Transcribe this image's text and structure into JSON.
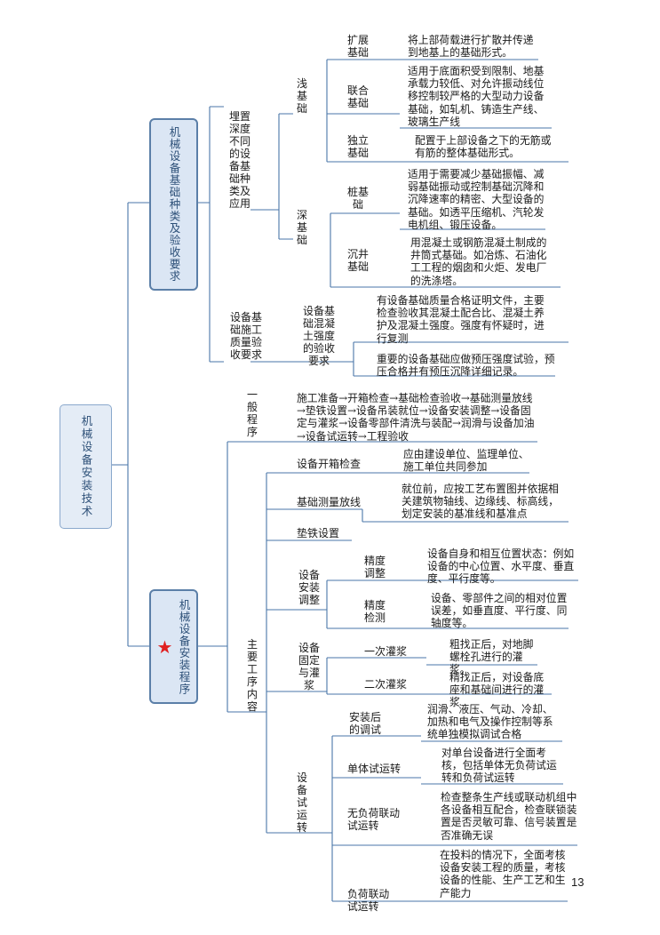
{
  "root": "机械设备安装技术",
  "branch1": {
    "title": "机械设备基础种类及验收要求",
    "group1": {
      "label": "埋置深度不同的设备基础种类及应用",
      "shallow": {
        "label": "浅基础",
        "items": [
          {
            "name": "扩展基础",
            "desc": "将上部荷载进行扩散并传递到地基上的基础形式。"
          },
          {
            "name": "联合基础",
            "desc": "适用于底面积受到限制、地基承载力较低、对允许振动线位移控制较严格的大型动力设备基础，如轧机、铸造生产线、玻璃生产线"
          },
          {
            "name": "独立基础",
            "desc": "配置于上部设备之下的无筋或有筋的整体基础形式。"
          }
        ]
      },
      "deep": {
        "label": "深基础",
        "items": [
          {
            "name": "桩基础",
            "desc": "适用于需要减少基础振幅、减弱基础振动或控制基础沉降和沉降速率的精密、大型设备的基础。如透平压缩机、汽轮发电机组、锻压设备。"
          },
          {
            "name": "沉井基础",
            "desc": "用混凝土或钢筋混凝土制成的井筒式基础。如冶炼、石油化工工程的烟囱和火炬、发电厂的洗涤塔。"
          }
        ]
      }
    },
    "group2": {
      "label": "设备基础施工质量验收要求",
      "sub": "设备基础混凝土强度的验收要求",
      "items": [
        "有设备基础质量合格证明文件，主要检查验收其混凝土配合比、混凝土养护及混凝土强度。强度有怀疑时，进行复测",
        "重要的设备基础应做预压强度试验，预压合格并有预压沉降详细记录。"
      ]
    }
  },
  "branch2": {
    "title": "机械设备安装程序",
    "general": {
      "label": "一般程序",
      "desc": "施工准备→开箱检查→基础检查验收→基础测量放线→垫铁设置→设备吊装就位→设备安装调整→设备固定与灌浆→设备零部件清洗与装配→润滑与设备加油→设备试运转→工程验收"
    },
    "main": {
      "label": "主要工序内容",
      "open_check": {
        "name": "设备开箱检查",
        "desc": "应由建设单位、监理单位、施工单位共同参加"
      },
      "survey": {
        "name": "基础测量放线",
        "desc": "就位前，应按工艺布置图并依据相关建筑物轴线、边缘线、标高线，划定安装的基准线和基准点"
      },
      "shim": {
        "name": "垫铁设置"
      },
      "adjust": {
        "name": "设备安装调整",
        "items": [
          {
            "name": "精度调整",
            "desc": "设备自身和相互位置状态：例如设备的中心位置、水平度、垂直度、平行度等。"
          },
          {
            "name": "精度检测",
            "desc": "设备、零部件之间的相对位置误差，如垂直度、平行度、同轴度等。"
          }
        ]
      },
      "grout": {
        "name": "设备固定与灌浆",
        "items": [
          {
            "name": "一次灌浆",
            "desc": "粗找正后，对地脚螺栓孔进行的灌浆。"
          },
          {
            "name": "二次灌浆",
            "desc": "精找正后，对设备底座和基础间进行的灌浆"
          }
        ]
      },
      "trial": {
        "name": "设备试运转",
        "items": [
          {
            "name": "安装后的调试",
            "desc": "润滑、液压、气动、冷却、加热和电气及操作控制等系统单独模拟调试合格"
          },
          {
            "name": "单体试运转",
            "desc": "对单台设备进行全面考核，包括单体无负荷试运转和负荷试运转"
          },
          {
            "name": "无负荷联动试运转",
            "desc": "检查整条生产线或联动机组中各设备相互配合，检查联锁装置是否灵敏可靠、信号装置是否准确无误"
          },
          {
            "name": "负荷联动试运转",
            "desc": "在投料的情况下，全面考核设备安装工程的质量，考核设备的性能、生产工艺和生产能力"
          }
        ]
      }
    }
  },
  "page_number": "13",
  "colors": {
    "line": "#4a76a8",
    "box_border": "#5b7fa8",
    "box_fill": "#dbe6f4",
    "star": "#e02020"
  }
}
